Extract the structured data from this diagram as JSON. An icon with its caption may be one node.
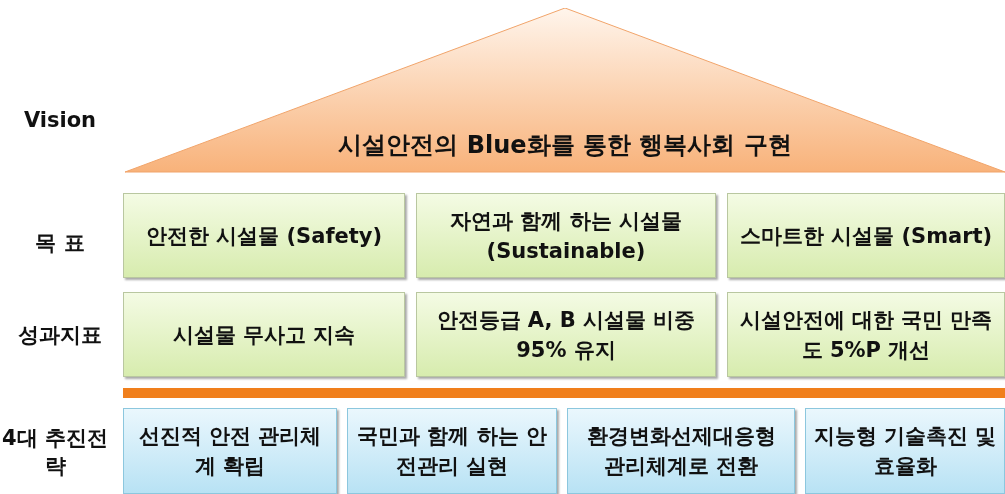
{
  "diagram": {
    "nodes": [
      {
        "text": [
          "시설안전의 **Blue**화를 통한 **행복사회** 구현"
        ]
      },
      {
        "text": [
          "안전한 시설물 (**S**afety)"
        ]
      },
      {
        "text": [
          "자연과 함께 하는 시설물 (**S**ustainable)"
        ]
      },
      {
        "text": [
          "스마트한 시설물 (**S**mart)"
        ]
      },
      {
        "text": [
          "시설물 **무사고** 지속"
        ]
      },
      {
        "text": [
          "**안전등급 A, B** 시설물 비중 95% 유지"
        ]
      },
      {
        "text": [
          "시설안전에 대한 국민 **만족도** 5%P 개선"
        ]
      },
      {
        "text": [
          "선진적 안전 관리체계 확립"
        ]
      },
      {
        "text": [
          "국민과 함께 하는 안전관리 실현"
        ]
      },
      {
        "text": [
          "환경변화선제대응형 관리체계로 전환"
        ]
      },
      {
        "text": [
          "지능형 기술촉진 및 효율화"
        ]
      }
    ],
    "labels": [
      "Vision",
      "목 표",
      "성과지표",
      "4대 추진전략"
    ]
  }
}
